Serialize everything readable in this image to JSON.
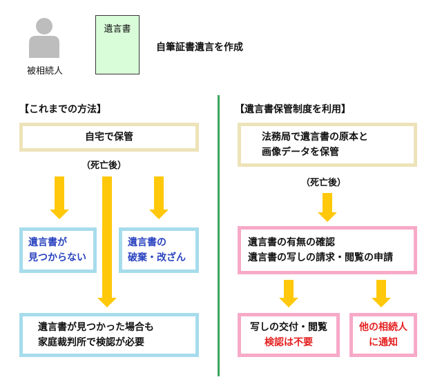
{
  "header": {
    "person_label": "被相続人",
    "doc_label": "遺言書",
    "caption": "自筆証書遺言を作成"
  },
  "left": {
    "title": "【これまでの方法】",
    "top_box": "自宅で保管",
    "after_death": "（死亡後）",
    "box_a_line1": "遺言書が",
    "box_a_line2": "見つからない",
    "box_b_line1": "遺言書の",
    "box_b_line2": "破棄・改ざん",
    "bottom_line1": "遺言書が見つかった場合も",
    "bottom_line2": "家庭裁判所で検認が必要"
  },
  "right": {
    "title": "【遺言書保管制度を利用】",
    "top_line1": "法務局で遺言書の原本と",
    "top_line2": "画像データを保管",
    "after_death": "（死亡後）",
    "middle_line1": "遺言書の有無の確認",
    "middle_line2": "遺言書の写しの請求・閲覧の申請",
    "box_c_line1": "写しの交付・閲覧",
    "box_c_line2": "検認は不要",
    "box_d_line1": "他の相続人",
    "box_d_line2": "に通知"
  },
  "colors": {
    "arrow": "#ffc80a",
    "divider": "#3aa55b",
    "tan_border": "#ede3b8",
    "blue_border": "#a6dcec",
    "pink_border": "#f7a9c8",
    "blue_text": "#2a43bf",
    "red_text": "#e51f1f",
    "doc_fill": "#d9fcd9"
  }
}
